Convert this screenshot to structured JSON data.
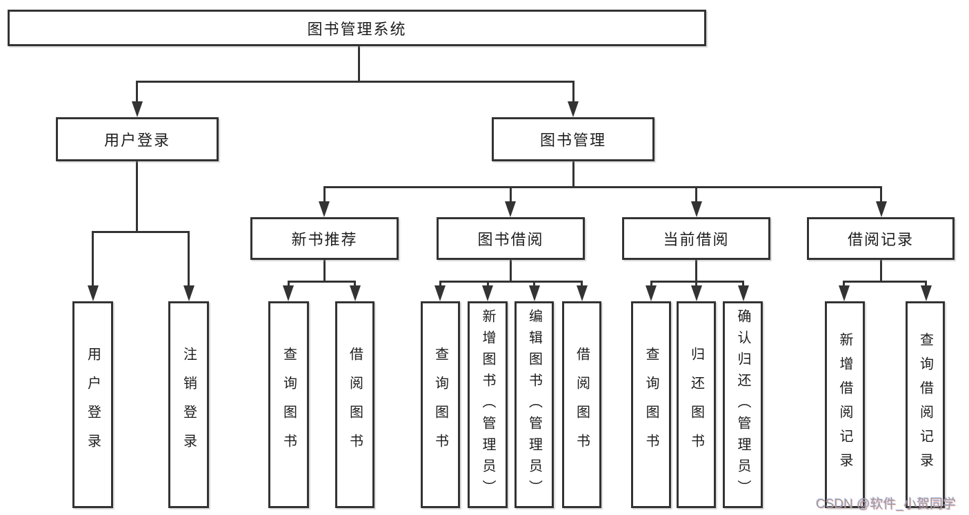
{
  "tree": {
    "root": "图书管理系统",
    "branches": [
      {
        "label": "用户登录",
        "children": [
          "用户登录",
          "注销登录"
        ]
      },
      {
        "label": "图书管理",
        "children": [
          {
            "label": "新书推荐",
            "children": [
              "查询图书",
              "借阅图书"
            ]
          },
          {
            "label": "图书借阅",
            "children": [
              "查询图书",
              "新增图书（管理员）",
              "编辑图书（管理员）",
              "借阅图书"
            ]
          },
          {
            "label": "当前借阅",
            "children": [
              "查询图书",
              "归还图书",
              "确认归还（管理员）"
            ]
          },
          {
            "label": "借阅记录",
            "children": [
              "新增借阅记录",
              "查询借阅记录"
            ]
          }
        ]
      }
    ]
  },
  "watermark": {
    "text": "CSDN @软件_小贺同学"
  },
  "colors": {
    "line": "#333333",
    "node_border": "#333333",
    "text": "#1d1d1f",
    "background": "#ffffff",
    "watermark": "#9b9b9b"
  }
}
